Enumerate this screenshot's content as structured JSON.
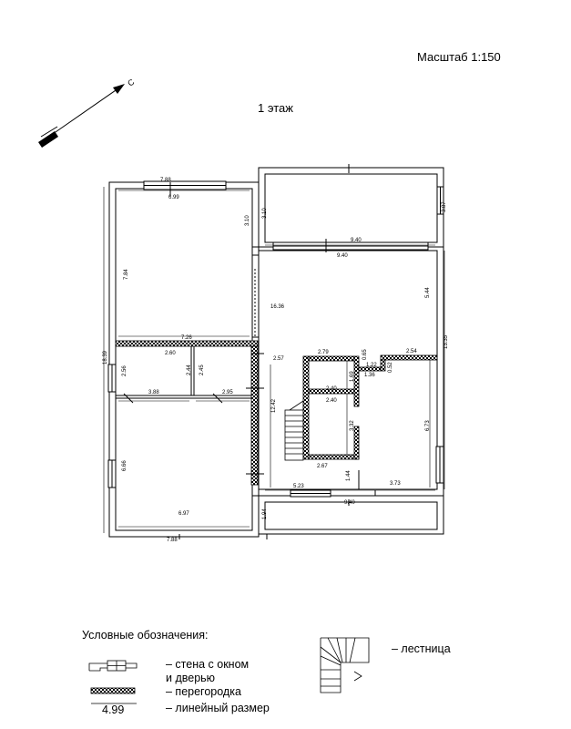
{
  "header": {
    "scale": "Масштаб 1:150",
    "floor": "1 этаж",
    "north": "С"
  },
  "dimensions": {
    "d_788_top": "7.88",
    "d_699": "6.99",
    "d_310_a": "3.10",
    "d_310_b": "3.10",
    "d_387": "3.87",
    "d_940_a": "9.40",
    "d_940_b": "9.40",
    "d_784": "7.84",
    "d_1636": "16.36",
    "d_544": "5.44",
    "d_1335": "13.35",
    "d_1839": "18.39",
    "d_726": "7.26",
    "d_260": "2.60",
    "d_256": "2.56",
    "d_244": "2.44",
    "d_245": "2.45",
    "d_257": "2.57",
    "d_279": "2.79",
    "d_065": "0.65",
    "d_254": "2.54",
    "d_122": "1.22",
    "d_136": "1.36",
    "d_052": "0.52",
    "d_169": "1.69",
    "d_240_a": "2.40",
    "d_240_b": "2.40",
    "d_388": "3.88",
    "d_295": "2.95",
    "d_1242": "12.42",
    "d_332": "3.32",
    "d_673": "6.73",
    "d_666": "6.66",
    "d_267": "2.67",
    "d_144": "1.44",
    "d_523": "5.23",
    "d_373": "3.73",
    "d_940_c": "9.40",
    "d_194": "1.94",
    "d_697": "6.97",
    "d_788_bottom": "7.88"
  },
  "legend": {
    "title": "Условные обозначения:",
    "stairs": "– лестница",
    "wall_line1": "– стена с окном",
    "wall_line2": "и дверью",
    "partition": "– перегородка",
    "linear_sample": "4.99",
    "linear": "– линейный размер"
  },
  "colors": {
    "ink": "#000000",
    "paper": "#ffffff"
  }
}
